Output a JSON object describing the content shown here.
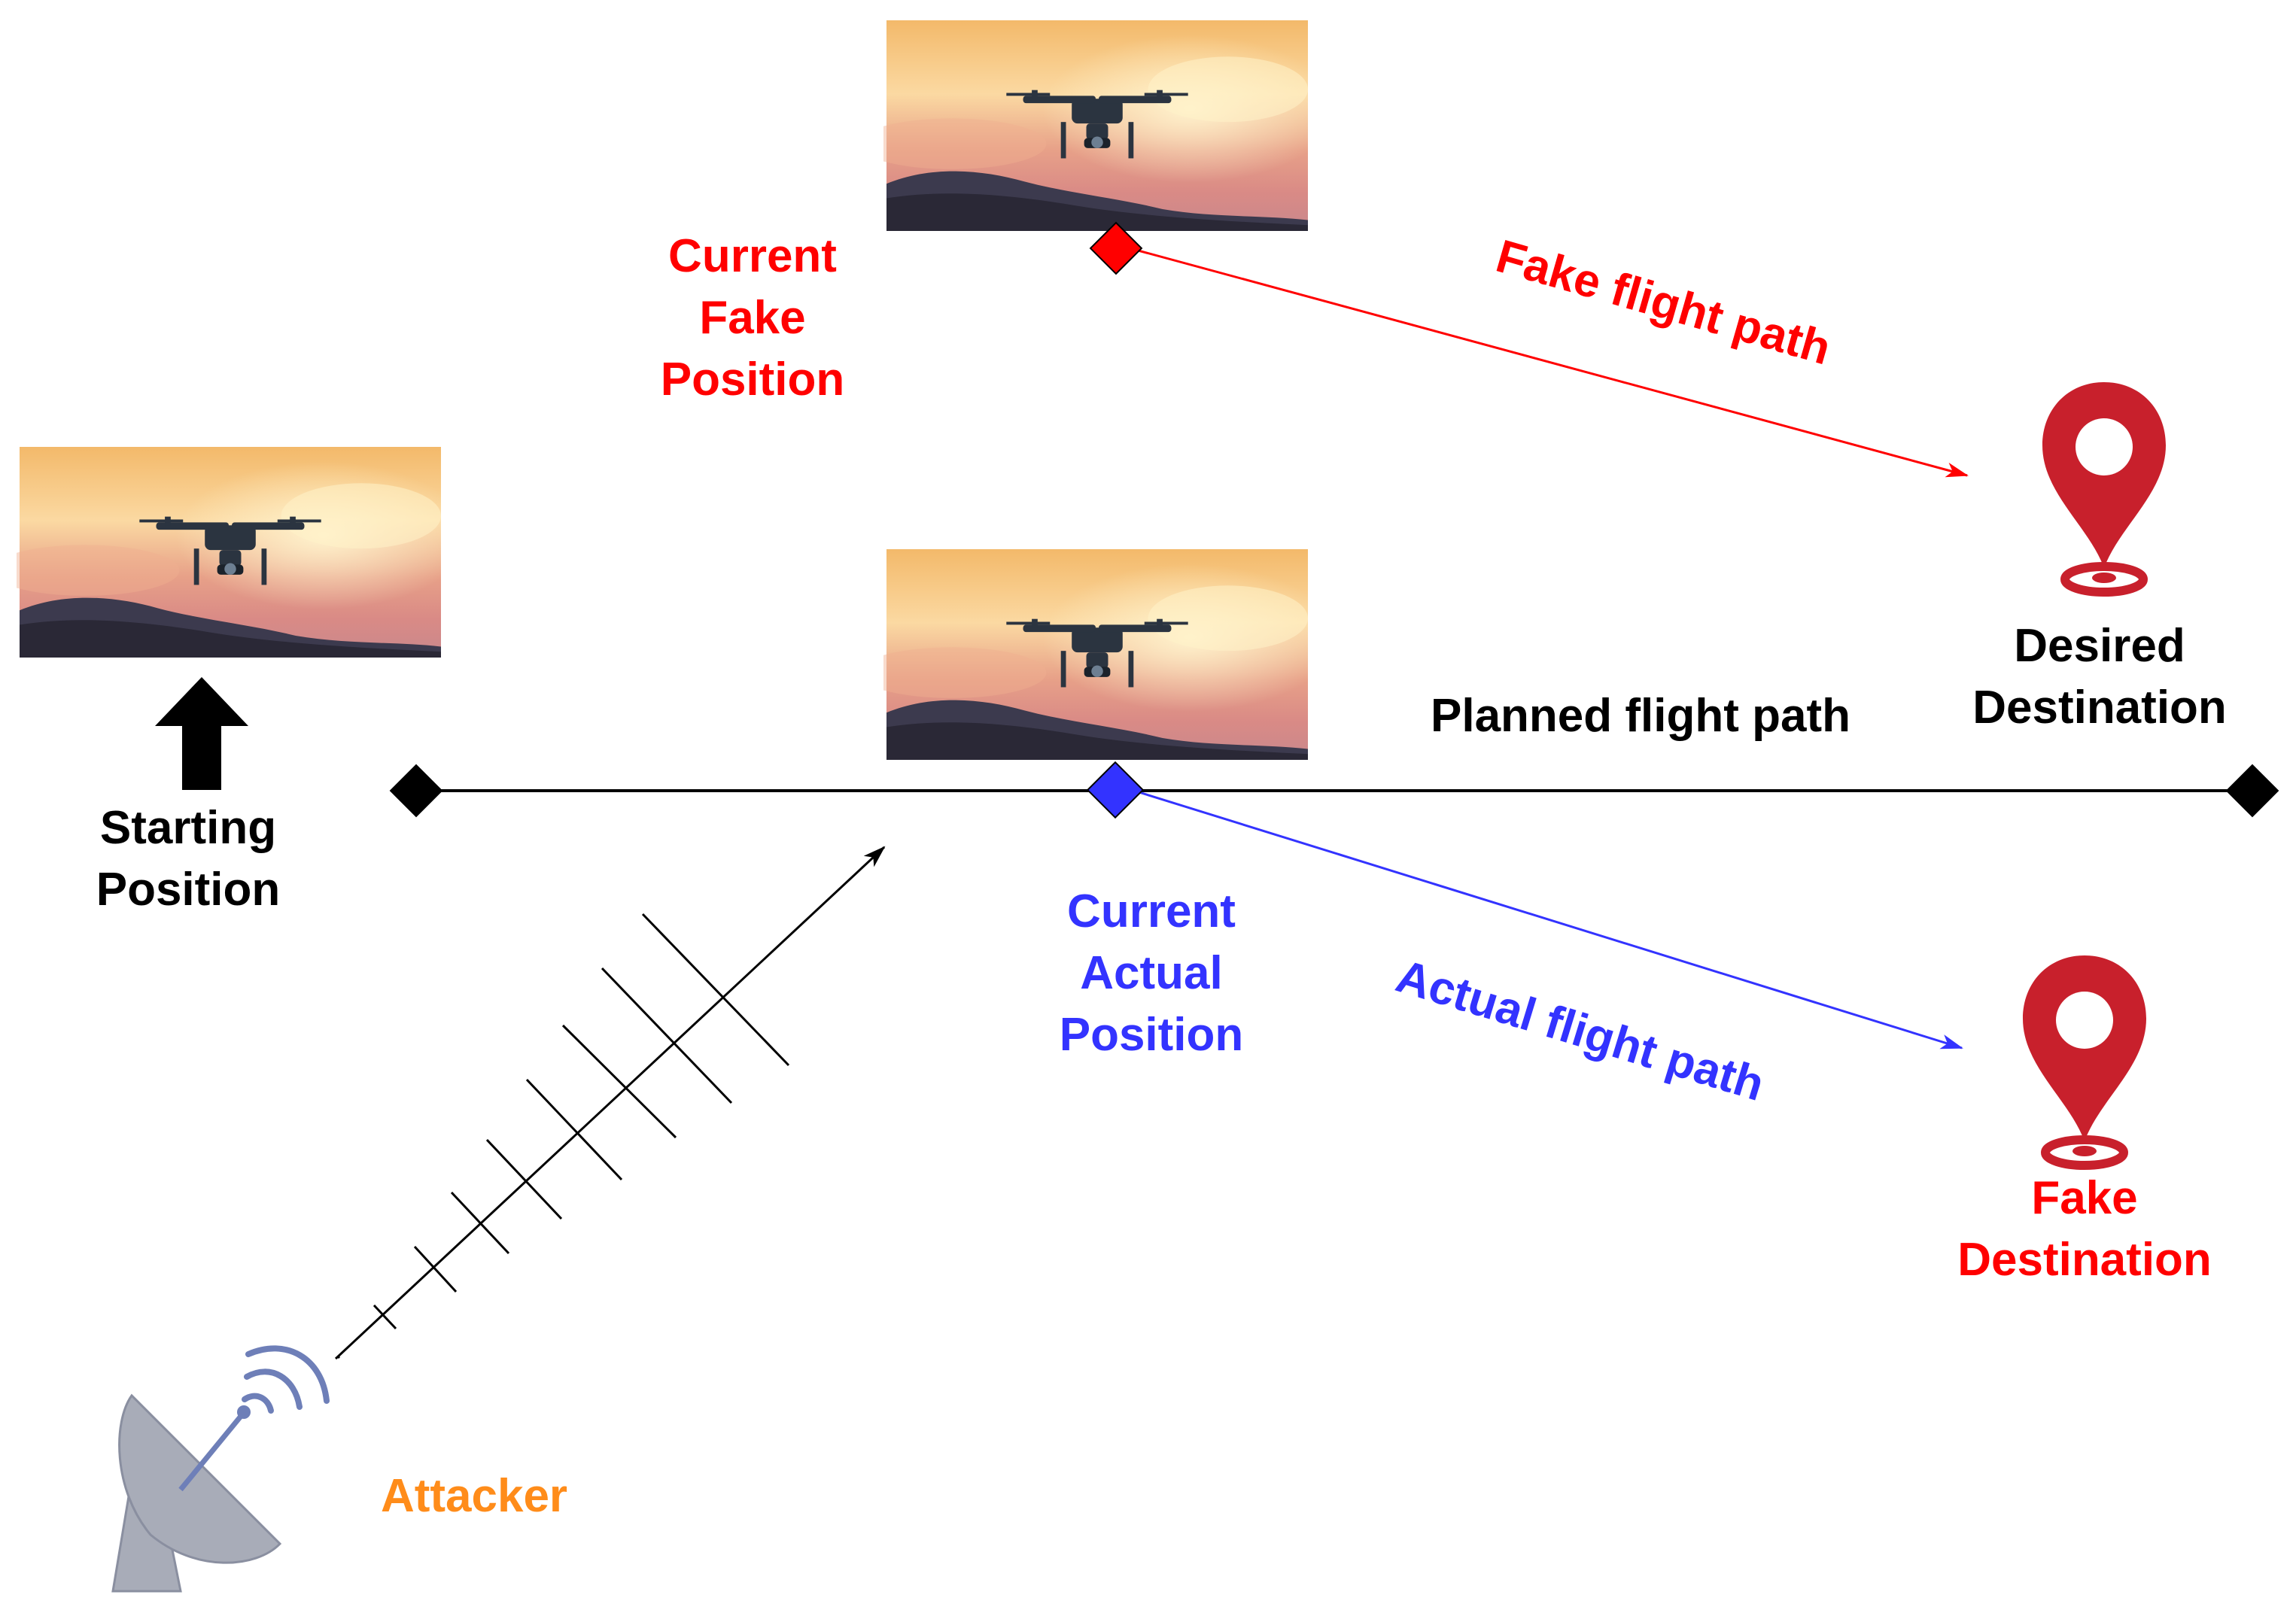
{
  "labels": {
    "current_fake_position": [
      "Current",
      "Fake",
      "Position"
    ],
    "fake_flight_path": "Fake flight path",
    "desired_destination": [
      "Desired",
      "Destination"
    ],
    "planned_flight_path": "Planned flight path",
    "starting_position": [
      "Starting",
      "Position"
    ],
    "current_actual_position": [
      "Current",
      "Actual",
      "Position"
    ],
    "actual_flight_path": "Actual flight path",
    "fake_destination": [
      "Fake",
      "Destination"
    ],
    "attacker": "Attacker"
  },
  "colors": {
    "fake": "#ff0000",
    "actual": "#3333ff",
    "attacker": "#ff8c1a",
    "neutral": "#000000",
    "pin": "#c8202c",
    "dish": "#a8acb8",
    "signal": "#6e7fb8"
  },
  "icons": {
    "drone_photo": "drone-photo",
    "pin": "map-pin-icon",
    "dish": "satellite-dish-icon",
    "arrow": "arrow-up-icon"
  }
}
